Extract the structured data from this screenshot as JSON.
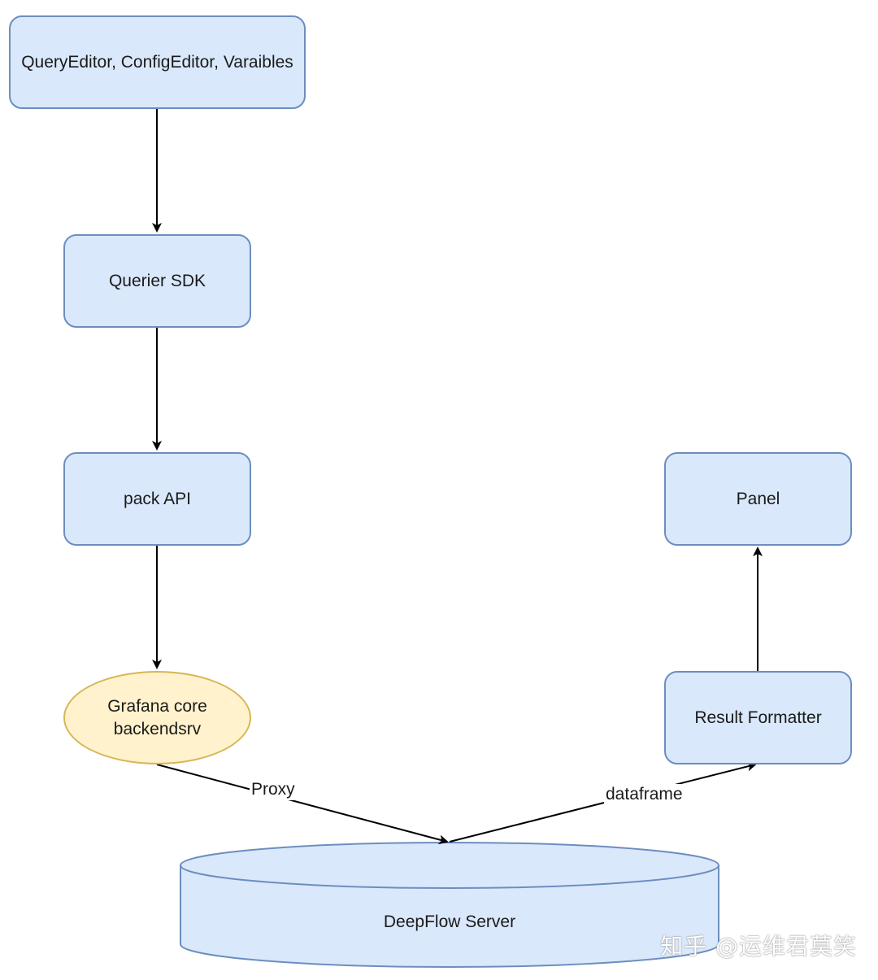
{
  "nodes": {
    "query_editor": "QueryEditor, ConfigEditor, Varaibles",
    "querier_sdk": "Querier SDK",
    "pack_api": "pack API",
    "grafana_core": "Grafana core backendsrv",
    "deepflow_server": "DeepFlow Server",
    "result_formatter": "Result Formatter",
    "panel": "Panel"
  },
  "edges": {
    "proxy_label": "Proxy",
    "dataframe_label": "dataframe"
  },
  "watermark": "知乎 @运维君莫笑",
  "colors": {
    "box_fill": "#dae8fc",
    "box_stroke": "#6c8ebf",
    "ellipse_fill": "#fff2cc",
    "ellipse_stroke": "#d6b656",
    "edge": "#000000"
  }
}
